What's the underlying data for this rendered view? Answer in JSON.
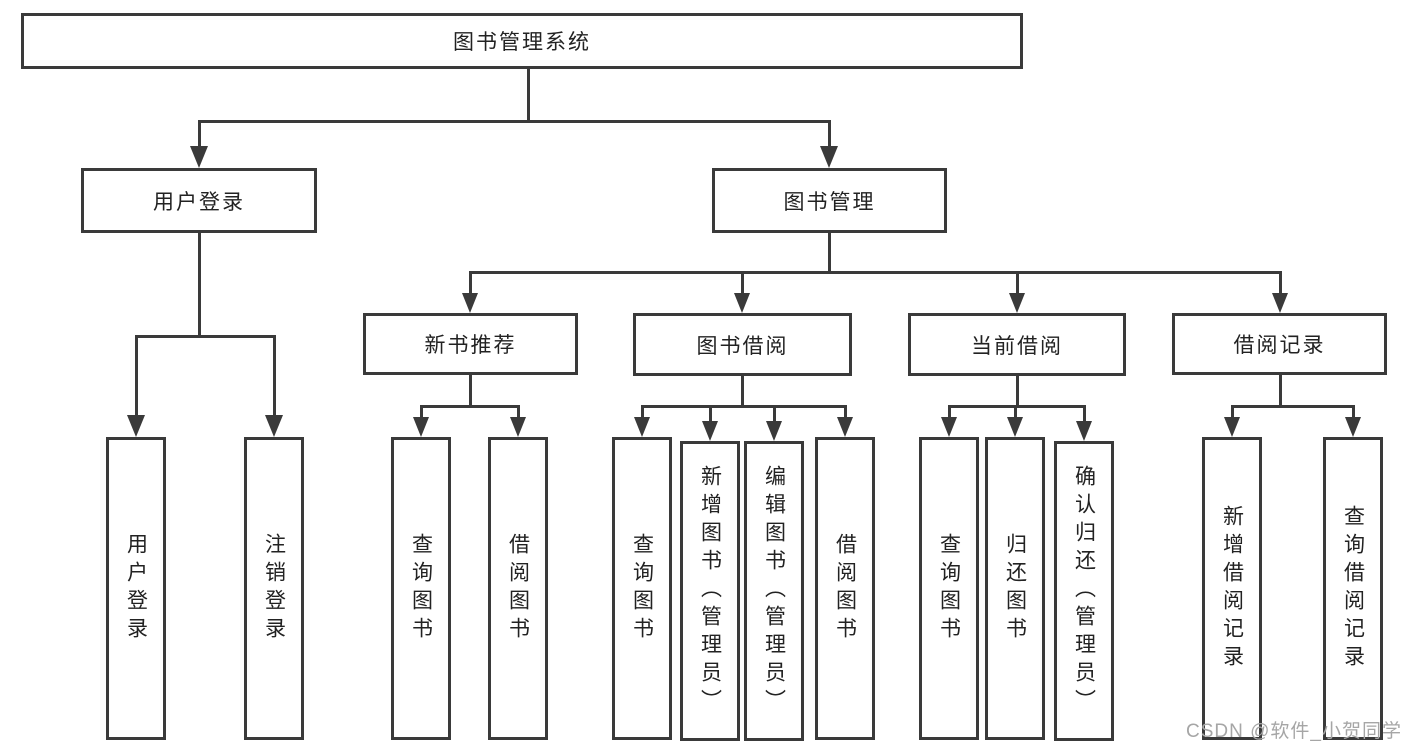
{
  "tree": {
    "root": "图书管理系统",
    "children": [
      {
        "label": "用户登录",
        "children": [
          "用户登录",
          "注销登录"
        ]
      },
      {
        "label": "图书管理",
        "children": [
          {
            "label": "新书推荐",
            "children": [
              "查询图书",
              "借阅图书"
            ]
          },
          {
            "label": "图书借阅",
            "children": [
              "查询图书",
              "新增图书（管理员）",
              "编辑图书（管理员）",
              "借阅图书"
            ]
          },
          {
            "label": "当前借阅",
            "children": [
              "查询图书",
              "归还图书",
              "确认归还（管理员）"
            ]
          },
          {
            "label": "借阅记录",
            "children": [
              "新增借阅记录",
              "查询借阅记录"
            ]
          }
        ]
      }
    ]
  },
  "watermark": {
    "text": "CSDN @软件_小贺同学"
  },
  "colors": {
    "line": "#3a3a3a",
    "text": "#222222",
    "watermark": "#a6a6a6",
    "background": "#ffffff"
  }
}
